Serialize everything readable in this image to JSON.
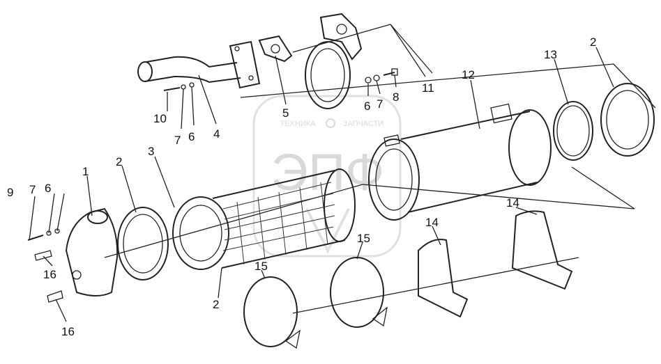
{
  "watermark": {
    "brand_letters": "ЭПФ",
    "top_text_left": "ТЕХНИКА",
    "top_text_right": "ЗАПЧАСТИ"
  },
  "callouts": {
    "c1": "1",
    "c2a": "2",
    "c2b": "2",
    "c2c": "2",
    "c3": "3",
    "c4": "4",
    "c5": "5",
    "c6a": "6",
    "c6b": "6",
    "c6c": "6",
    "c7a": "7",
    "c7b": "7",
    "c7c": "7",
    "c8": "8",
    "c9": "9",
    "c10": "10",
    "c11": "11",
    "c12": "12",
    "c13": "13",
    "c14a": "14",
    "c14b": "14",
    "c15a": "15",
    "c15b": "15",
    "c16a": "16",
    "c16b": "16"
  }
}
